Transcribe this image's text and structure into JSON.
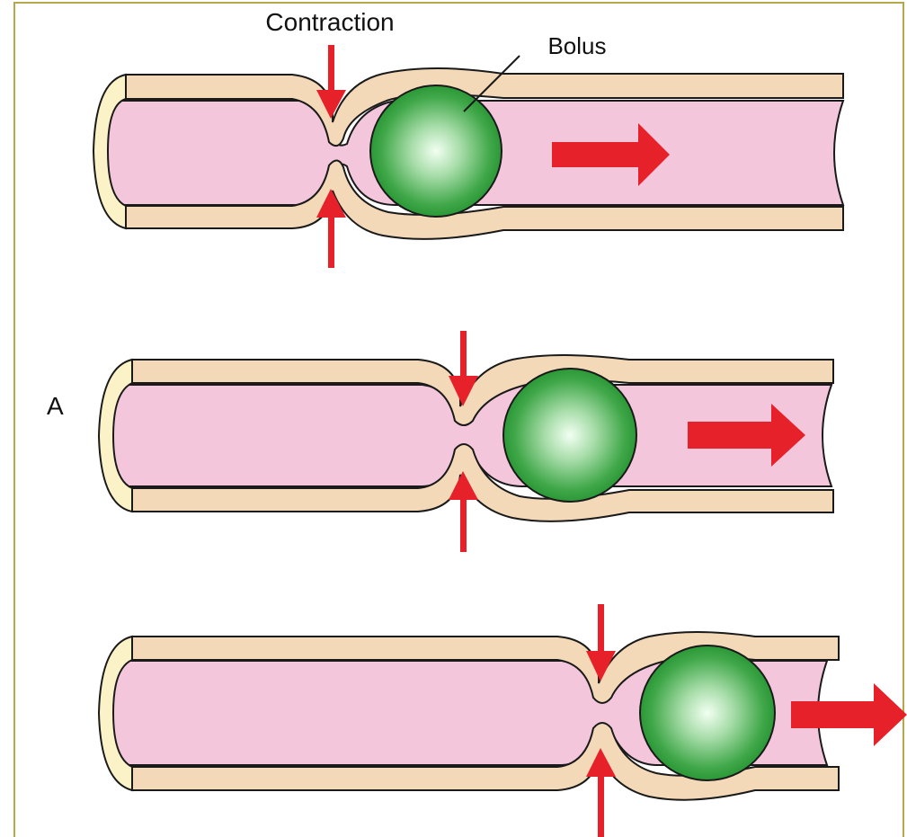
{
  "labels": {
    "contraction": "Contraction",
    "bolus": "Bolus",
    "panel": "A"
  },
  "colors": {
    "wall_fill": "#f3d9b8",
    "wall_highlight": "#fbf0e0",
    "wall_stroke": "#1a1a1a",
    "lumen": "#f3c6dc",
    "cap": "#fbf2c8",
    "bolus_dark": "#1e8e2a",
    "bolus_light": "#f2fff2",
    "arrow": "#e62129",
    "frame_border": "#b5a84a"
  },
  "icons": {
    "movement_arrow": "right-arrow-icon",
    "contraction_arrow": "contraction-arrow-icon"
  }
}
